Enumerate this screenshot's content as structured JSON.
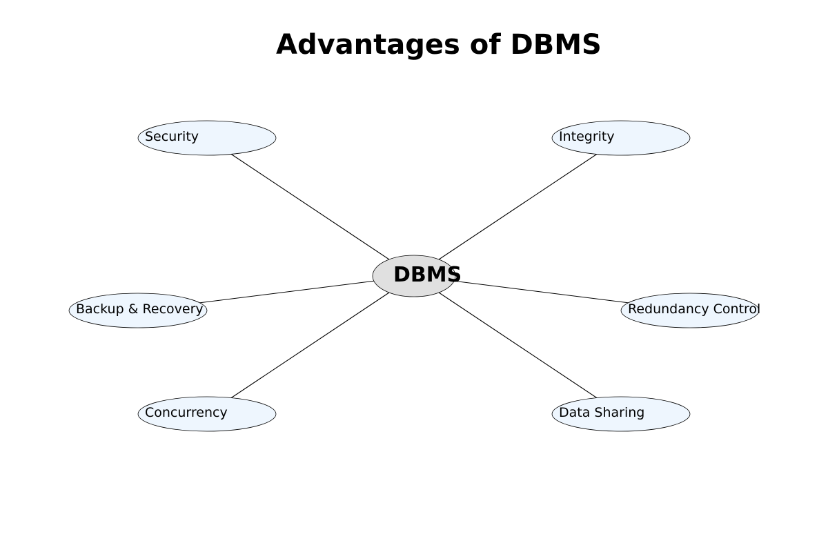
{
  "title": "Advantages of DBMS",
  "center": {
    "label": "DBMS",
    "fill": "#e0e0e0"
  },
  "nodes": [
    {
      "id": "security",
      "label": "Security"
    },
    {
      "id": "integrity",
      "label": "Integrity"
    },
    {
      "id": "backup-recovery",
      "label": "Backup & Recovery"
    },
    {
      "id": "redundancy-control",
      "label": "Redundancy Control"
    },
    {
      "id": "concurrency",
      "label": "Concurrency"
    },
    {
      "id": "data-sharing",
      "label": "Data Sharing"
    }
  ],
  "colors": {
    "node_fill": "#eef6fe",
    "stroke": "#000000",
    "background": "#ffffff"
  }
}
